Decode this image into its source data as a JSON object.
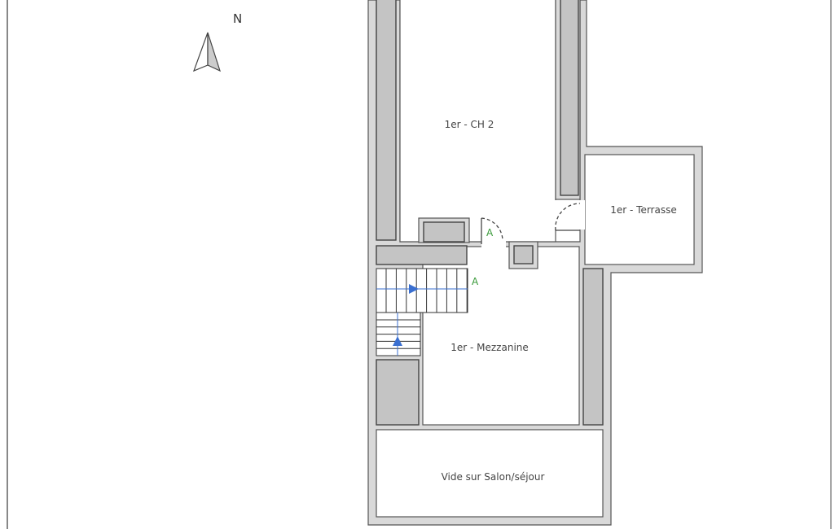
{
  "compass": {
    "label": "N"
  },
  "rooms": {
    "ch2": "1er - CH 2",
    "terrasse": "1er - Terrasse",
    "mezzanine": "1er - Mezzanine",
    "vide": "Vide sur Salon/séjour"
  },
  "markers": {
    "door_a": "A",
    "stair_a": "A"
  },
  "colors": {
    "wall": "#d9d9d9",
    "wall_fill": "#c4c4c4",
    "marker": "#3a9a3a",
    "stair_arrow": "#3a6fd0"
  }
}
